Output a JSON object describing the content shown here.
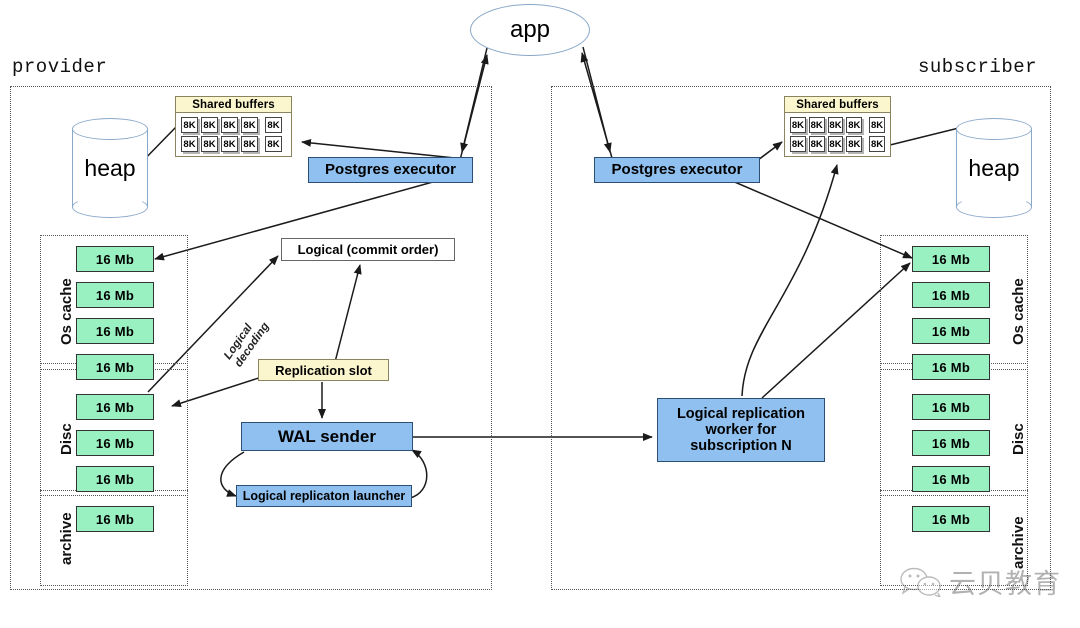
{
  "diagram": {
    "title": "PostgreSQL logical replication architecture",
    "colors": {
      "process_blue": "#8fc0ef",
      "segment_green": "#99f0c0",
      "yellow": "#fbf6cd",
      "cylinder_stroke": "#8aa8c9",
      "zone_border": "#555555"
    }
  },
  "app": {
    "label": "app"
  },
  "provider": {
    "title": "provider",
    "heap_label": "heap",
    "shared_buffers": {
      "header": "Shared buffers",
      "block_label": "8K",
      "rows": 2,
      "cols": 5
    },
    "executor": "Postgres executor",
    "logical_commit_order": "Logical (commit order)",
    "logical_decoding_annotation": [
      "Logical",
      "decoding"
    ],
    "replication_slot": "Replication slot",
    "wal_sender": "WAL sender",
    "logical_replication_launcher": "Logical replicaton launcher",
    "storage_zones": [
      {
        "name": "Os cache",
        "label": "Os cache"
      },
      {
        "name": "Disc",
        "label": "Disc"
      },
      {
        "name": "archive",
        "label": "archive"
      }
    ],
    "segments": [
      {
        "label": "16 Mb",
        "zone": "Os cache"
      },
      {
        "label": "16 Mb",
        "zone": "Os cache"
      },
      {
        "label": "16 Mb",
        "zone": "Os cache"
      },
      {
        "label": "16 Mb",
        "zone": "Os cache/Disc boundary"
      },
      {
        "label": "16 Mb",
        "zone": "Disc"
      },
      {
        "label": "16 Mb",
        "zone": "Disc"
      },
      {
        "label": "16 Mb",
        "zone": "Disc"
      },
      {
        "label": "16 Mb",
        "zone": "archive"
      }
    ]
  },
  "subscriber": {
    "title": "subscriber",
    "heap_label": "heap",
    "shared_buffers": {
      "header": "Shared buffers",
      "block_label": "8K",
      "rows": 2,
      "cols": 5
    },
    "executor": "Postgres executor",
    "logical_replication_worker": [
      "Logical replication",
      "worker for",
      "subscription N"
    ],
    "storage_zones": [
      {
        "name": "Os cache",
        "label": "Os cache"
      },
      {
        "name": "Disc",
        "label": "Disc"
      },
      {
        "name": "archive",
        "label": "archive"
      }
    ],
    "segments": [
      {
        "label": "16 Mb",
        "zone": "Os cache"
      },
      {
        "label": "16 Mb",
        "zone": "Os cache"
      },
      {
        "label": "16 Mb",
        "zone": "Os cache"
      },
      {
        "label": "16 Mb",
        "zone": "Os cache/Disc boundary"
      },
      {
        "label": "16 Mb",
        "zone": "Disc"
      },
      {
        "label": "16 Mb",
        "zone": "Disc"
      },
      {
        "label": "16 Mb",
        "zone": "Disc"
      },
      {
        "label": "16 Mb",
        "zone": "archive"
      }
    ]
  },
  "watermark": {
    "text": "云贝教育",
    "icon": "wechat-icon"
  }
}
